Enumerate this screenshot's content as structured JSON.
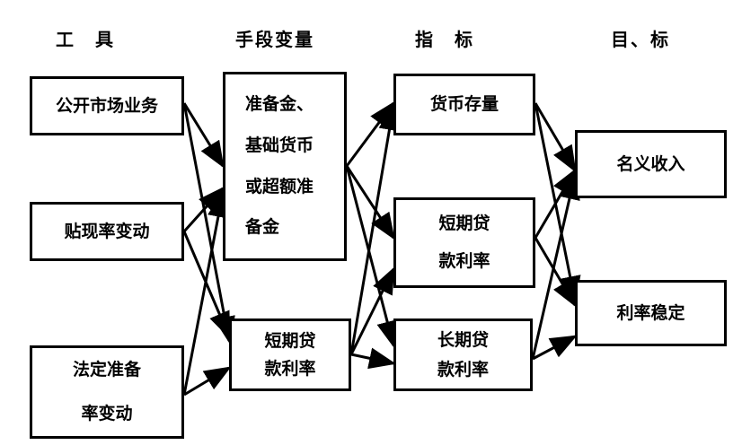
{
  "headers": {
    "tools": "工　具",
    "operating_targets": "手段变量",
    "indicators": "指　标",
    "goals": "目、标"
  },
  "tools": {
    "open_market": [
      "公开市场业务"
    ],
    "discount_rate": [
      "贴现率变动"
    ],
    "reserve_requirement": [
      "法定准备",
      "率变动"
    ]
  },
  "operating_targets": {
    "reserves": [
      "准备金、",
      "基础货币",
      "或超额准",
      "备金"
    ],
    "short_rate": [
      "短期贷",
      "款利率"
    ]
  },
  "indicators": {
    "money_stock": [
      "货币存量"
    ],
    "short_rate": [
      "短期贷",
      "款利率"
    ],
    "long_rate": [
      "长期贷",
      "款利率"
    ]
  },
  "goals": {
    "nominal_income": [
      "名义收入"
    ],
    "rate_stability": [
      "利率稳定"
    ]
  }
}
